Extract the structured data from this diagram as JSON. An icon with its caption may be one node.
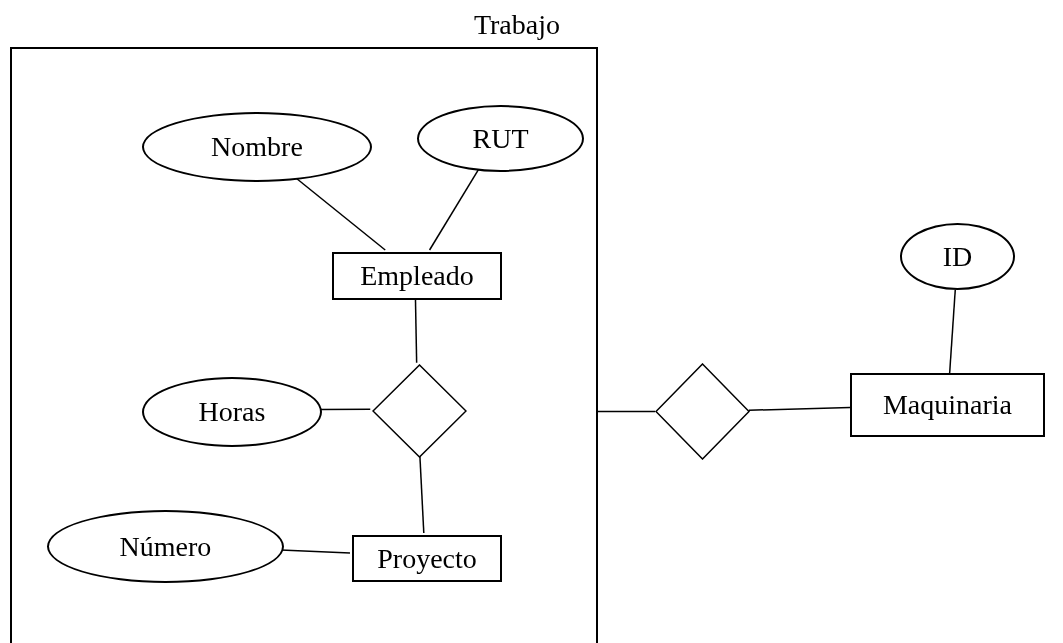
{
  "diagram": {
    "nodes": [
      {
        "text": [
          "Trabajo"
        ]
      },
      {
        "text": [
          "Nombre"
        ],
        "in": 0
      },
      {
        "text": [
          "RUT"
        ],
        "in": 0
      },
      {
        "text": [
          "Empleado"
        ],
        "in": 0
      },
      {
        "text": [],
        "shape": "diamond",
        "in": 0
      },
      {
        "text": [
          "Horas"
        ],
        "in": 0
      },
      {
        "text": [
          "Número"
        ],
        "in": 0
      },
      {
        "text": [
          "Proyecto"
        ],
        "in": 0
      },
      {
        "text": [],
        "shape": "diamond"
      },
      {
        "text": [
          "ID"
        ]
      },
      {
        "text": [
          "Maquinaria"
        ]
      }
    ],
    "edges": [
      {
        "from": 1,
        "to": 3,
        "arrow": "none"
      },
      {
        "from": 2,
        "to": 3,
        "arrow": "none"
      },
      {
        "from": 3,
        "to": 4,
        "arrow": "none"
      },
      {
        "from": 5,
        "to": 4,
        "arrow": "none"
      },
      {
        "from": 4,
        "to": 7,
        "arrow": "none"
      },
      {
        "from": 6,
        "to": 7,
        "arrow": "none"
      },
      {
        "from": 0,
        "to": 8,
        "arrow": "none"
      },
      {
        "from": 8,
        "to": 10,
        "arrow": "none"
      },
      {
        "from": 9,
        "to": 10,
        "arrow": "none"
      }
    ]
  }
}
